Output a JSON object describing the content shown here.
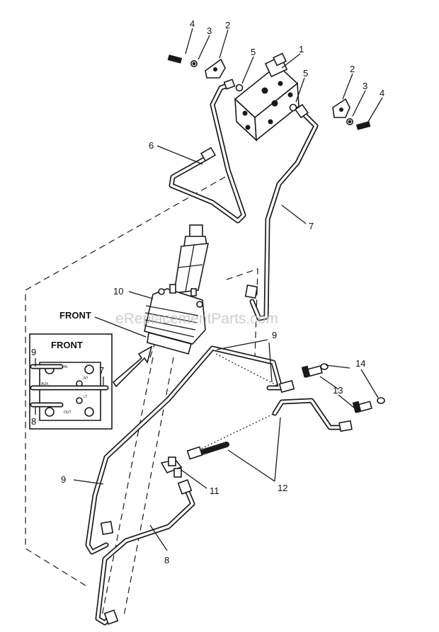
{
  "callouts": {
    "c1": "1",
    "c2a": "2",
    "c2b": "2",
    "c3a": "3",
    "c3b": "3",
    "c4a": "4",
    "c4b": "4",
    "c5a": "5",
    "c5b": "5",
    "c6": "6",
    "c7": "7",
    "c8": "8",
    "c9a": "9",
    "c9b": "9",
    "c10": "10",
    "c11": "11",
    "c12": "12",
    "c13": "13",
    "c14": "14"
  },
  "front_label": "FRONT",
  "inset": {
    "title": "FRONT",
    "callout_9": "9",
    "callout_7": "7",
    "callout_8": "8",
    "port_in": "IN",
    "port_aux": "AUX",
    "port_rt": "RT",
    "port_lt": "LT",
    "port_out": "OUT"
  },
  "watermark": "eReplacementParts.com"
}
